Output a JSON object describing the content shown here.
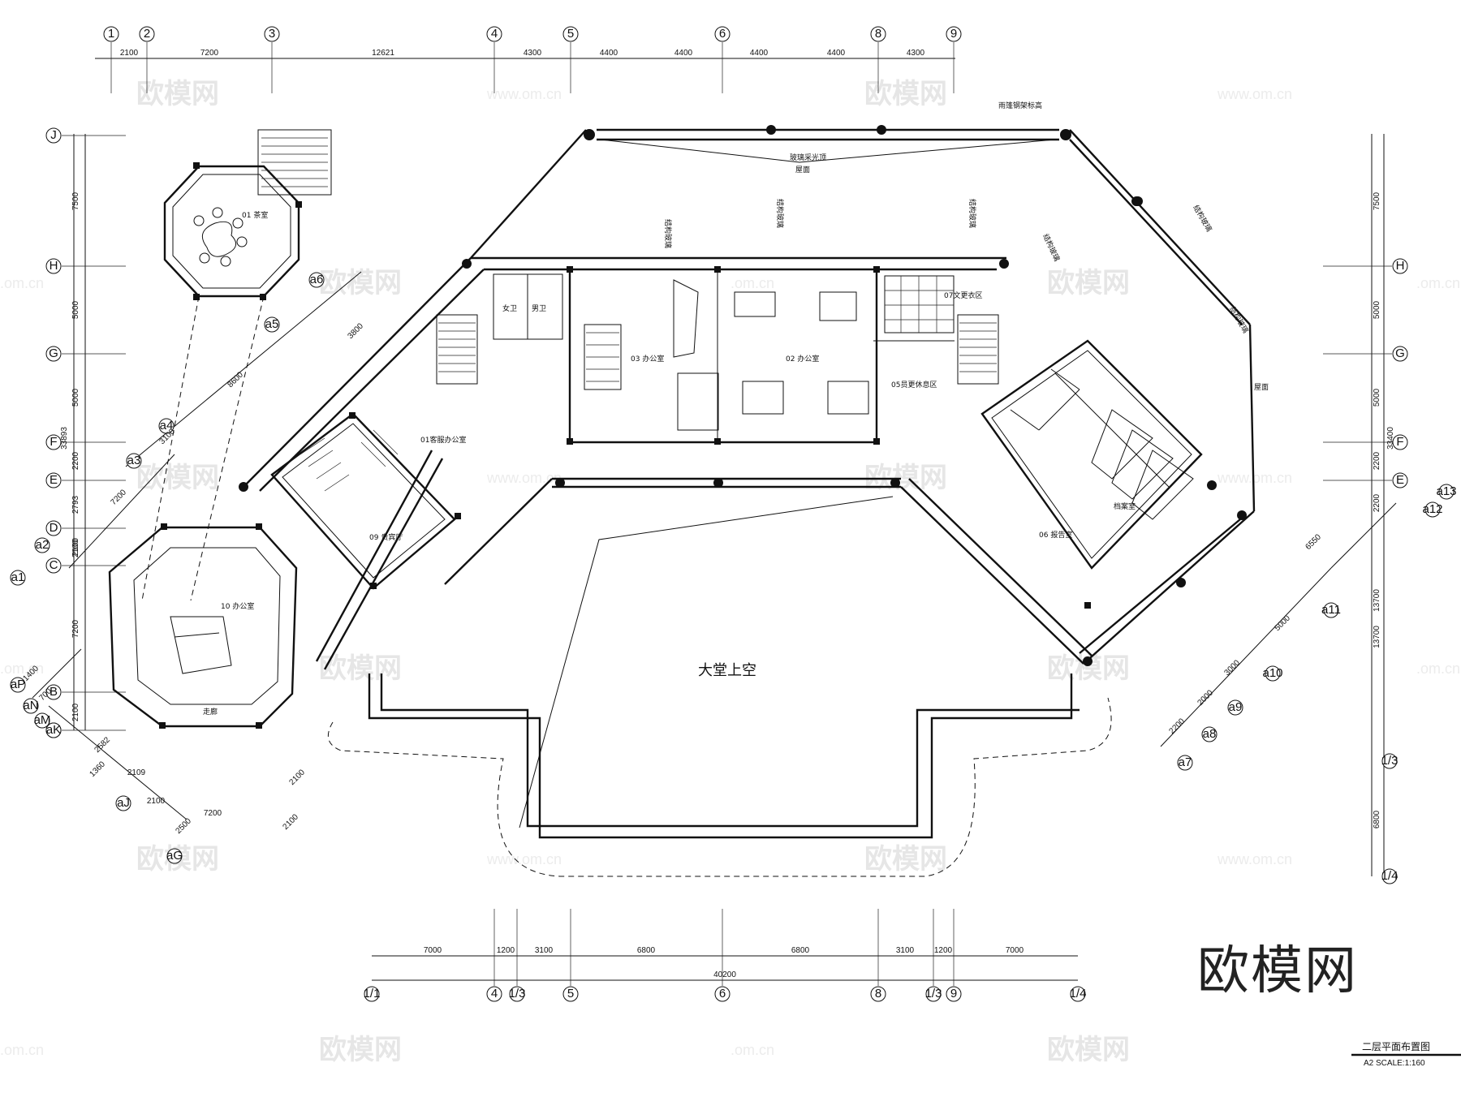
{
  "title": "二层平面布置图",
  "scale_note": "A2 SCALE:1:160",
  "watermark": {
    "logo_text": "欧模网",
    "url_text": "www.om.cn",
    "corner_text": ".om.cn"
  },
  "grid_axes": {
    "top_numbers": [
      "1",
      "2",
      "3",
      "4",
      "5",
      "6",
      "8",
      "9"
    ],
    "bottom_numbers": [
      "4",
      "1/3",
      "5",
      "6",
      "8",
      "1/3",
      "9"
    ],
    "bottom_end_labels": [
      "1/1",
      "1/4"
    ],
    "left_letters": [
      "J",
      "H",
      "G",
      "F",
      "E",
      "D",
      "C",
      "B",
      "A"
    ],
    "right_letters": [
      "H",
      "G",
      "F",
      "E"
    ],
    "right_extra": [
      "1/3",
      "1/4"
    ],
    "diagonal_labels": [
      "a1",
      "a2",
      "a3",
      "a4",
      "a5",
      "a6",
      "a7",
      "a8",
      "a9",
      "a10",
      "a11",
      "a12",
      "a13",
      "aP",
      "aN",
      "aM",
      "aK",
      "aJ",
      "aG"
    ]
  },
  "dimensions": {
    "top": [
      "2100",
      "7200",
      "12621",
      "4300",
      "4400",
      "4400",
      "4400",
      "4400",
      "4300"
    ],
    "bottom": [
      "7000",
      "1200",
      "3100",
      "6800",
      "6800",
      "3100",
      "1200",
      "7000"
    ],
    "bottom_total": "40200",
    "left": [
      "7500",
      "5000",
      "5000",
      "2200",
      "2793",
      "2100",
      "2100",
      "7200",
      "2100"
    ],
    "left_total": "33893",
    "right": [
      "7500",
      "5000",
      "5000",
      "2200",
      "2200",
      "13700",
      "13700",
      "6800"
    ],
    "right_total": "33400",
    "diagonal": [
      "3800",
      "8600",
      "3100",
      "7200",
      "6550",
      "5000",
      "3000",
      "2000",
      "2200",
      "2100",
      "2109",
      "2100",
      "2500",
      "7200",
      "2100",
      "1360",
      "2582",
      "1400",
      "700"
    ]
  },
  "rooms": [
    {
      "id": "lobby-void",
      "label": "大堂上空"
    },
    {
      "id": "tea-room",
      "label": "01 茶室"
    },
    {
      "id": "office-10",
      "label": "10 办公室"
    },
    {
      "id": "vip-hall",
      "label": "09 贵宾厅"
    },
    {
      "id": "reception-office",
      "label": "01客服办公室"
    },
    {
      "id": "office-03",
      "label": "03 办公室"
    },
    {
      "id": "office-02",
      "label": "02 办公室"
    },
    {
      "id": "stationery",
      "label": "07文更衣区"
    },
    {
      "id": "lounge",
      "label": "05员更休息区"
    },
    {
      "id": "archive",
      "label": "档案室"
    },
    {
      "id": "report-room",
      "label": "06 报告室"
    },
    {
      "id": "female-wc",
      "label": "女卫"
    },
    {
      "id": "male-wc",
      "label": "男卫"
    },
    {
      "id": "corridor",
      "label": "走廊"
    },
    {
      "id": "roof-top",
      "label": "屋面"
    },
    {
      "id": "roof-left",
      "label": "屋面"
    }
  ],
  "annotations": [
    "结构玻璃",
    "结构玻璃",
    "结构玻璃",
    "结构玻璃",
    "结构玻璃",
    "结构玻璃",
    "玻璃采光顶",
    "雨篷钢架标高"
  ],
  "brand_mark": "欧模网"
}
